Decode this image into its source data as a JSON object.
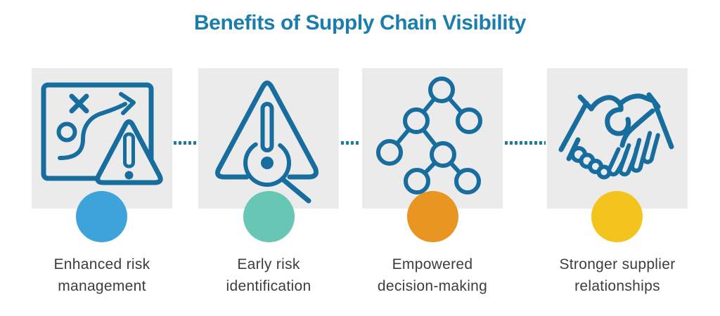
{
  "title": "Benefits of Supply Chain Visibility",
  "colors": {
    "background": "#ffffff",
    "title": "#1b7dab",
    "icon_stroke": "#176e9e",
    "card_bg": "#ebebeb",
    "connector": "#1f7ba2",
    "label_text": "#3d3d3d"
  },
  "items": [
    {
      "icon": "strategy-plan-risk-icon",
      "label": "Enhanced risk management",
      "label_line1": "Enhanced risk",
      "label_line2": "management",
      "accent_color": "#3fa3db"
    },
    {
      "icon": "risk-magnifier-icon",
      "label": "Early risk identification",
      "label_line1": "Early risk",
      "label_line2": "identification",
      "accent_color": "#67c6b4"
    },
    {
      "icon": "decision-tree-icon",
      "label": "Empowered decision-making",
      "label_line1": "Empowered",
      "label_line2": "decision-making",
      "accent_color": "#e99522"
    },
    {
      "icon": "handshake-icon",
      "label": "Stronger supplier relationships",
      "label_line1": "Stronger supplier",
      "label_line2": "relationships",
      "accent_color": "#f4c41e"
    }
  ]
}
